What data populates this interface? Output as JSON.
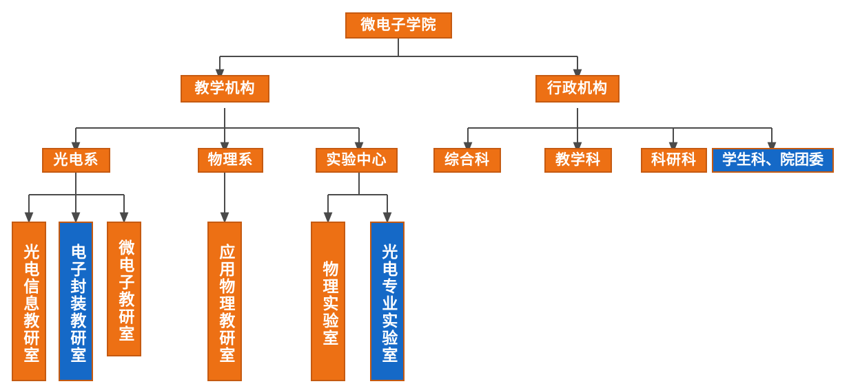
{
  "diagram": {
    "type": "org-chart",
    "title_node": "微电子学院",
    "colors": {
      "orange_fill": "#ED7014",
      "orange_border": "#C55A11",
      "blue_fill": "#1569C7",
      "blue_border": "#C55A11",
      "connector": "#4A4A4A",
      "text": "#FFFFFF",
      "background": "#FFFFFF"
    },
    "nodes": {
      "root": {
        "label": "微电子学院",
        "color": "orange",
        "orientation": "horizontal"
      },
      "level2": [
        {
          "id": "teaching",
          "label": "教学机构",
          "color": "orange",
          "orientation": "horizontal"
        },
        {
          "id": "admin",
          "label": "行政机构",
          "color": "orange",
          "orientation": "horizontal"
        }
      ],
      "level3_teaching": [
        {
          "id": "optoelectronics-dept",
          "label": "光电系",
          "color": "orange",
          "orientation": "horizontal"
        },
        {
          "id": "physics-dept",
          "label": "物理系",
          "color": "orange",
          "orientation": "horizontal"
        },
        {
          "id": "experiment-center",
          "label": "实验中心",
          "color": "orange",
          "orientation": "horizontal"
        }
      ],
      "level3_admin": [
        {
          "id": "general-affairs",
          "label": "综合科",
          "color": "orange",
          "orientation": "horizontal"
        },
        {
          "id": "teaching-affairs",
          "label": "教学科",
          "color": "orange",
          "orientation": "horizontal"
        },
        {
          "id": "research-affairs",
          "label": "科研科",
          "color": "orange",
          "orientation": "horizontal"
        },
        {
          "id": "student-affairs",
          "label": "学生科、院团委",
          "color": "blue",
          "orientation": "horizontal"
        }
      ],
      "level4_optoelectronics": [
        {
          "id": "oe-info-lab",
          "label": "光电信息教研室",
          "color": "orange",
          "orientation": "vertical"
        },
        {
          "id": "e-packaging-lab",
          "label": "电子封装教研室",
          "color": "blue",
          "orientation": "vertical"
        },
        {
          "id": "microelectronics-lab",
          "label": "微电子教研室",
          "color": "orange",
          "orientation": "vertical"
        }
      ],
      "level4_physics": [
        {
          "id": "applied-physics-lab",
          "label": "应用物理教研室",
          "color": "orange",
          "orientation": "vertical"
        }
      ],
      "level4_experiment": [
        {
          "id": "physics-laboratory",
          "label": "物理实验室",
          "color": "orange",
          "orientation": "vertical"
        },
        {
          "id": "oe-major-laboratory",
          "label": "光电专业实验室",
          "color": "blue",
          "orientation": "vertical"
        }
      ]
    }
  }
}
